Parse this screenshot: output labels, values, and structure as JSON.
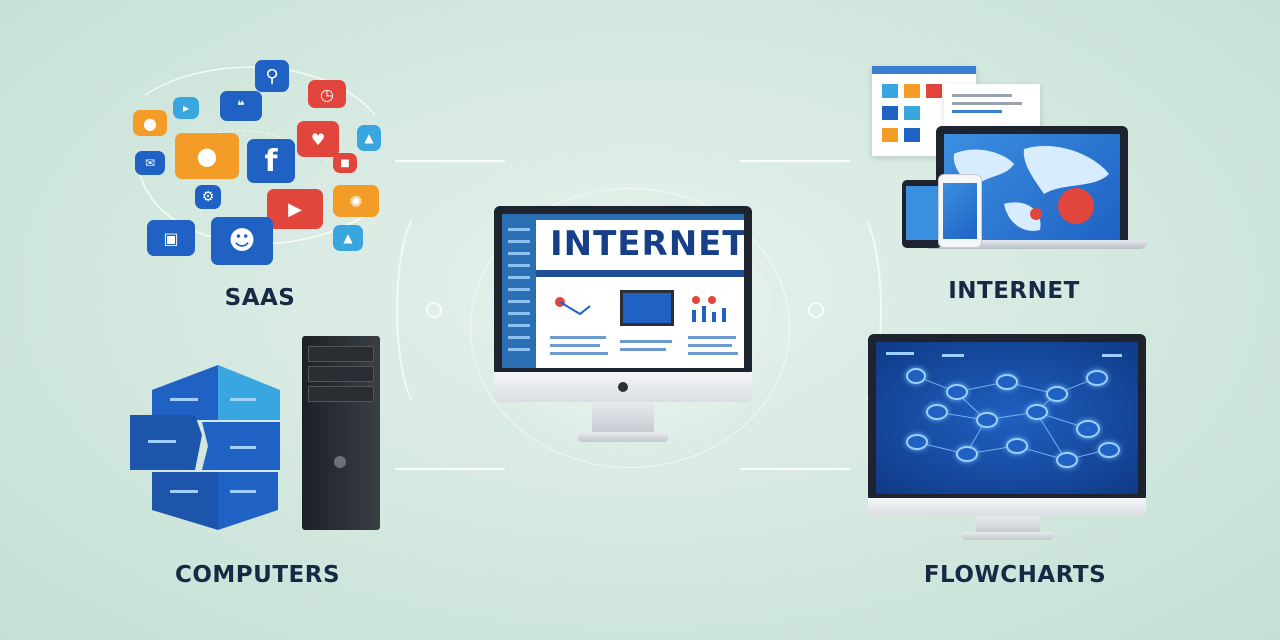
{
  "labels": {
    "saas": "SAAS",
    "internet_center": "INTERNET",
    "internet_right": "INTERNET",
    "computers": "COMPUTERS",
    "flowcharts": "FLOWCHARTS"
  },
  "social_icons": [
    "chat-icon",
    "share-icon",
    "search-icon",
    "comment-icon",
    "clock-icon",
    "facebook-icon",
    "message-icon",
    "video-icon",
    "user-icon",
    "camera-icon",
    "gear-icon",
    "like-icon"
  ],
  "colors": {
    "brand_blue": "#1f62c4",
    "orange": "#f5a623",
    "red": "#e2453c",
    "navy_text": "#172a45"
  }
}
